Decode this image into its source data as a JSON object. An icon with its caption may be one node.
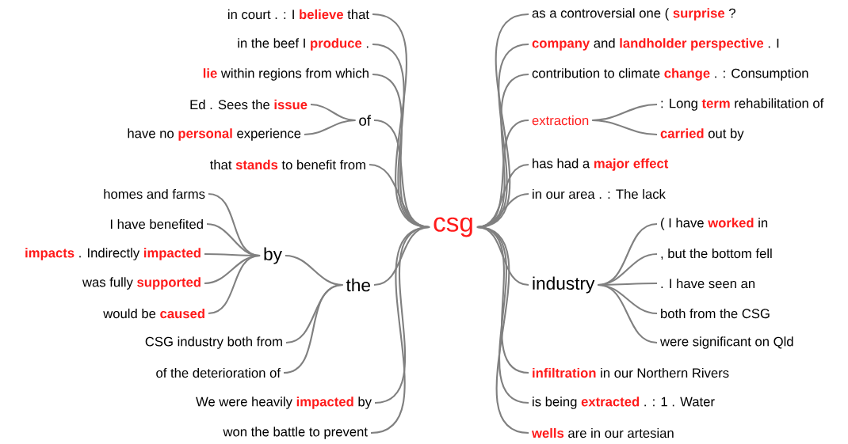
{
  "diagram": {
    "nodes": [
      {
        "text": [
          "csg"
        ]
      },
      {
        "text": [
          "in court . : I **believe** that"
        ]
      },
      {
        "text": [
          "in the beef I **produce** ."
        ]
      },
      {
        "text": [
          "**lie** within regions from which"
        ]
      },
      {
        "text": [
          "of"
        ]
      },
      {
        "text": [
          "Ed . Sees the **issue**"
        ]
      },
      {
        "text": [
          "have no **personal** experience"
        ]
      },
      {
        "text": [
          "that **stands** to benefit from"
        ]
      },
      {
        "text": [
          "the"
        ]
      },
      {
        "text": [
          "by"
        ]
      },
      {
        "text": [
          "homes and farms"
        ]
      },
      {
        "text": [
          "I have benefited"
        ]
      },
      {
        "text": [
          "**impacts** . Indirectly **impacted**"
        ]
      },
      {
        "text": [
          "was fully **supported**"
        ]
      },
      {
        "text": [
          "would be **caused**"
        ]
      },
      {
        "text": [
          "CSG industry both from"
        ]
      },
      {
        "text": [
          "of the deterioration of"
        ]
      },
      {
        "text": [
          "We were heavily **impacted** by"
        ]
      },
      {
        "text": [
          "won the battle to prevent"
        ]
      },
      {
        "text": [
          "as a controversial one ( **surprise** ?"
        ]
      },
      {
        "text": [
          "**company** and **landholder perspective** . I"
        ]
      },
      {
        "text": [
          "contribution to climate **change** . : Consumption"
        ]
      },
      {
        "text": [
          "extraction"
        ]
      },
      {
        "text": [
          ": Long **term** rehabilitation of"
        ]
      },
      {
        "text": [
          "**carried** out by"
        ]
      },
      {
        "text": [
          "has had a **major effect**"
        ]
      },
      {
        "text": [
          "in our area . : The lack"
        ]
      },
      {
        "text": [
          "industry"
        ]
      },
      {
        "text": [
          "( I have **worked** in"
        ]
      },
      {
        "text": [
          ", but the bottom fell"
        ]
      },
      {
        "text": [
          ". I have seen an"
        ]
      },
      {
        "text": [
          "both from the CSG"
        ]
      },
      {
        "text": [
          "were significant on Qld"
        ]
      },
      {
        "text": [
          "**infiltration** in our Northern Rivers"
        ]
      },
      {
        "text": [
          "is being **extracted** . : 1 . Water"
        ]
      },
      {
        "text": [
          "**wells** are in our artesian"
        ]
      }
    ],
    "edges": [
      {
        "from": 0,
        "to": 1,
        "arrow": "none"
      },
      {
        "from": 0,
        "to": 2,
        "arrow": "none"
      },
      {
        "from": 0,
        "to": 3,
        "arrow": "none"
      },
      {
        "from": 0,
        "to": 4,
        "arrow": "none"
      },
      {
        "from": 4,
        "to": 5,
        "arrow": "none"
      },
      {
        "from": 4,
        "to": 6,
        "arrow": "none"
      },
      {
        "from": 0,
        "to": 7,
        "arrow": "none"
      },
      {
        "from": 0,
        "to": 8,
        "arrow": "none"
      },
      {
        "from": 8,
        "to": 9,
        "arrow": "none"
      },
      {
        "from": 9,
        "to": 10,
        "arrow": "none"
      },
      {
        "from": 9,
        "to": 11,
        "arrow": "none"
      },
      {
        "from": 9,
        "to": 12,
        "arrow": "none"
      },
      {
        "from": 9,
        "to": 13,
        "arrow": "none"
      },
      {
        "from": 9,
        "to": 14,
        "arrow": "none"
      },
      {
        "from": 8,
        "to": 15,
        "arrow": "none"
      },
      {
        "from": 8,
        "to": 16,
        "arrow": "none"
      },
      {
        "from": 0,
        "to": 17,
        "arrow": "none"
      },
      {
        "from": 0,
        "to": 18,
        "arrow": "none"
      },
      {
        "from": 0,
        "to": 19,
        "arrow": "none"
      },
      {
        "from": 0,
        "to": 20,
        "arrow": "none"
      },
      {
        "from": 0,
        "to": 21,
        "arrow": "none"
      },
      {
        "from": 0,
        "to": 22,
        "arrow": "none"
      },
      {
        "from": 22,
        "to": 23,
        "arrow": "none"
      },
      {
        "from": 22,
        "to": 24,
        "arrow": "none"
      },
      {
        "from": 0,
        "to": 25,
        "arrow": "none"
      },
      {
        "from": 0,
        "to": 26,
        "arrow": "none"
      },
      {
        "from": 0,
        "to": 27,
        "arrow": "none"
      },
      {
        "from": 27,
        "to": 28,
        "arrow": "none"
      },
      {
        "from": 27,
        "to": 29,
        "arrow": "none"
      },
      {
        "from": 27,
        "to": 30,
        "arrow": "none"
      },
      {
        "from": 27,
        "to": 31,
        "arrow": "none"
      },
      {
        "from": 27,
        "to": 32,
        "arrow": "none"
      },
      {
        "from": 0,
        "to": 33,
        "arrow": "none"
      },
      {
        "from": 0,
        "to": 34,
        "arrow": "none"
      },
      {
        "from": 0,
        "to": 35,
        "arrow": "none"
      }
    ]
  }
}
